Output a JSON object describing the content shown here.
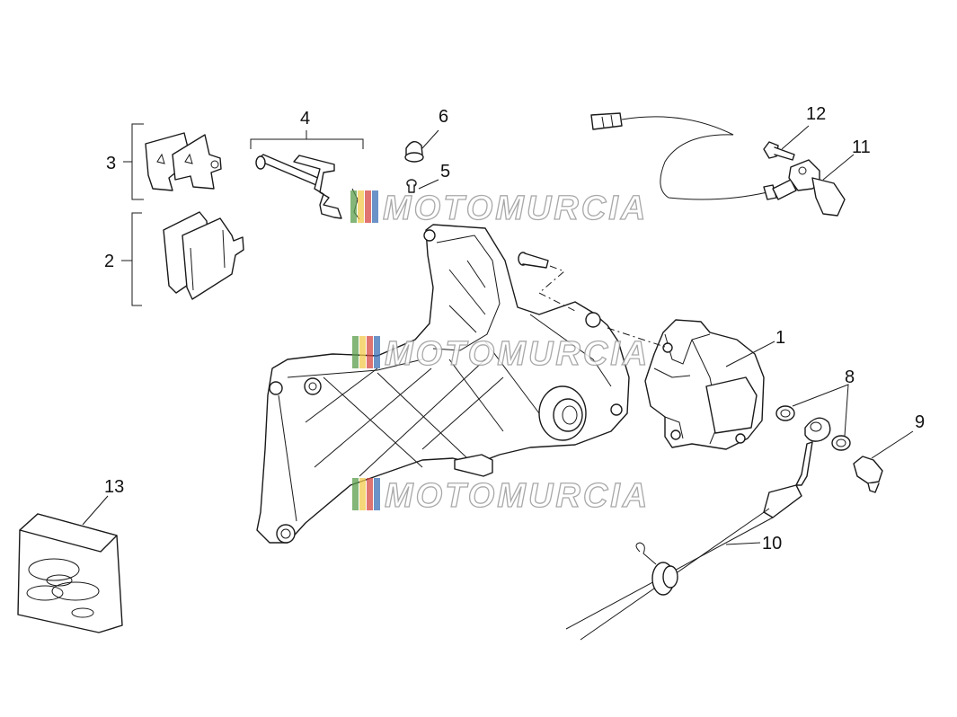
{
  "diagram": {
    "callouts": [
      {
        "id": "1",
        "label": "1"
      },
      {
        "id": "2",
        "label": "2"
      },
      {
        "id": "3",
        "label": "3"
      },
      {
        "id": "4",
        "label": "4"
      },
      {
        "id": "5",
        "label": "5"
      },
      {
        "id": "6",
        "label": "6"
      },
      {
        "id": "8",
        "label": "8"
      },
      {
        "id": "9",
        "label": "9"
      },
      {
        "id": "10",
        "label": "10"
      },
      {
        "id": "11",
        "label": "11"
      },
      {
        "id": "12",
        "label": "12"
      },
      {
        "id": "13",
        "label": "13"
      }
    ],
    "watermark": {
      "text": "MOTOMURCIA",
      "stripe_colors": [
        "#5a9e4b",
        "#f2c94c",
        "#d64541",
        "#3b6fb6"
      ]
    }
  }
}
